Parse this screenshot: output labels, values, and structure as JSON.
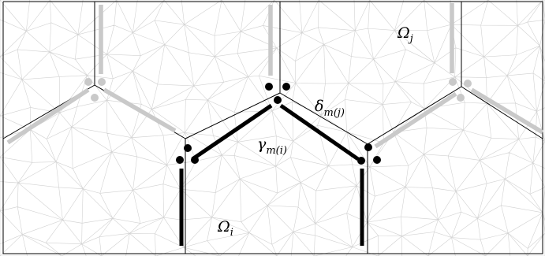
{
  "diagram": {
    "labels": {
      "omega_j": {
        "main": "Ω",
        "sub": "j"
      },
      "omega_i": {
        "main": "Ω",
        "sub": "i"
      },
      "delta": {
        "main": "δ",
        "sub": "m(j)"
      },
      "gamma": {
        "main": "γ",
        "sub": "m(i)"
      }
    },
    "colors": {
      "background": "#ffffff",
      "mesh": "#d2d2d2",
      "border": "#000000",
      "highlight": "#000000",
      "faded": "#c9c9c9"
    }
  }
}
